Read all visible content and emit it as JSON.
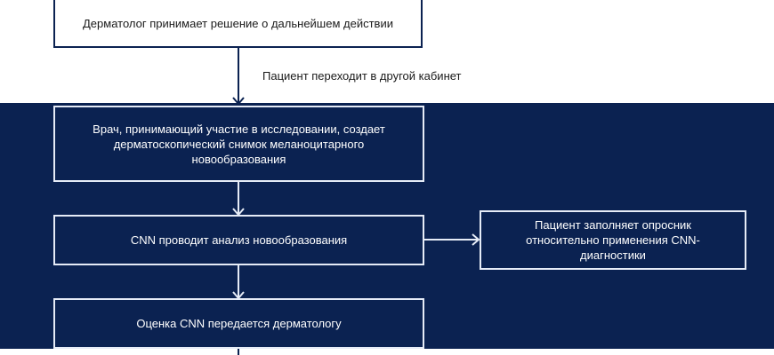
{
  "diagram": {
    "nodes": [
      {
        "id": "decision",
        "text": "Дерматолог принимает решение о дальнейшем действии"
      },
      {
        "id": "photo",
        "text": "Врач, принимающий участие в исследовании, создает дерматоскопический снимок меланоцитарного новообразования"
      },
      {
        "id": "cnn",
        "text": "CNN проводит анализ новообразования"
      },
      {
        "id": "questionnaire",
        "text": "Пациент заполняет опросник относительно применения CNN-диагностики"
      },
      {
        "id": "result",
        "text": "Оценка CNN передается дерматологу"
      }
    ],
    "edges": [
      {
        "from": "decision",
        "to": "photo",
        "label": "Пациент переходит в другой кабинет"
      },
      {
        "from": "photo",
        "to": "cnn",
        "label": ""
      },
      {
        "from": "cnn",
        "to": "questionnaire",
        "label": ""
      },
      {
        "from": "cnn",
        "to": "result",
        "label": ""
      },
      {
        "from": "result",
        "to": "next",
        "label": ""
      }
    ],
    "colors": {
      "band": "#0b2251",
      "light_border": "#0b2251",
      "dark_border": "#e6ecf7"
    }
  }
}
